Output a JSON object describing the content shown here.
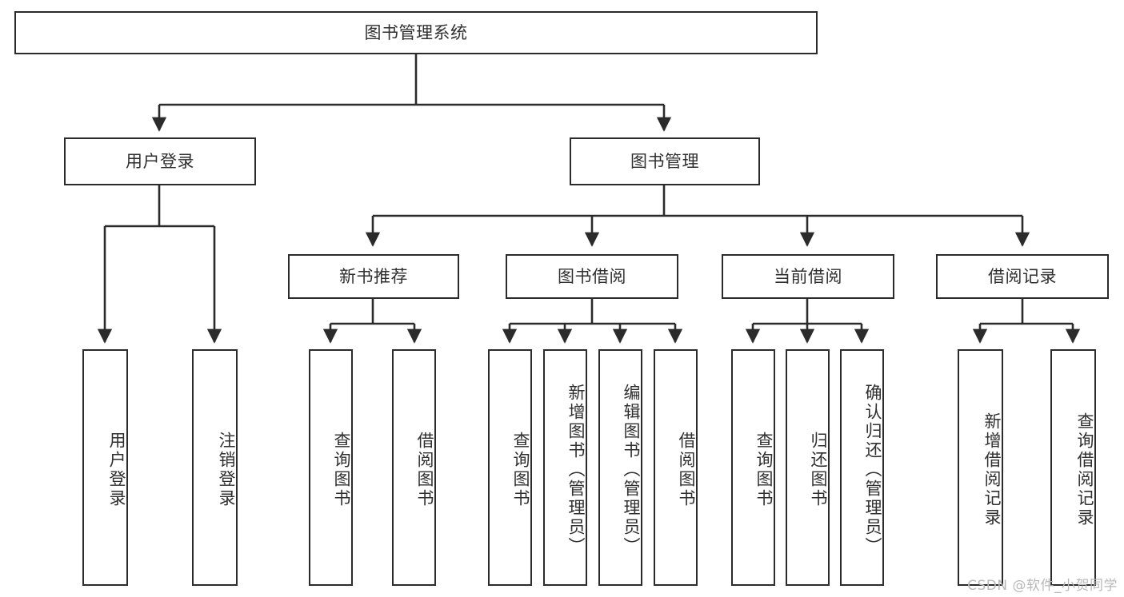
{
  "diagram": {
    "type": "tree",
    "title": "图书管理系统",
    "watermark": "CSDN @软件_小贺同学",
    "colors": {
      "border": "#2b2b2b",
      "text": "#2f2f2f",
      "background": "#ffffff",
      "connector": "#2b2b2b",
      "watermark": "#b9b9b9"
    },
    "nodes": {
      "root": {
        "label": "图书管理系统",
        "level": 0,
        "orientation": "horizontal"
      },
      "login": {
        "label": "用户登录",
        "level": 1,
        "orientation": "horizontal"
      },
      "bookmgmt": {
        "label": "图书管理",
        "level": 1,
        "orientation": "horizontal"
      },
      "newbook": {
        "label": "新书推荐",
        "level": 2,
        "orientation": "horizontal"
      },
      "borrow": {
        "label": "图书借阅",
        "level": 2,
        "orientation": "horizontal"
      },
      "current": {
        "label": "当前借阅",
        "level": 2,
        "orientation": "horizontal"
      },
      "record": {
        "label": "借阅记录",
        "level": 2,
        "orientation": "horizontal"
      },
      "leaf_login_1": {
        "label": "用户登录",
        "level": 3,
        "orientation": "vertical"
      },
      "leaf_login_2": {
        "label": "注销登录",
        "level": 3,
        "orientation": "vertical"
      },
      "leaf_newbook_1": {
        "label": "查询图书",
        "level": 3,
        "orientation": "vertical"
      },
      "leaf_newbook_2": {
        "label": "借阅图书",
        "level": 3,
        "orientation": "vertical"
      },
      "leaf_borrow_1": {
        "label": "查询图书",
        "level": 3,
        "orientation": "vertical"
      },
      "leaf_borrow_2": {
        "label": "新增图书（管理员）",
        "level": 3,
        "orientation": "vertical"
      },
      "leaf_borrow_3": {
        "label": "编辑图书（管理员）",
        "level": 3,
        "orientation": "vertical"
      },
      "leaf_borrow_4": {
        "label": "借阅图书",
        "level": 3,
        "orientation": "vertical"
      },
      "leaf_current_1": {
        "label": "查询图书",
        "level": 3,
        "orientation": "vertical"
      },
      "leaf_current_2": {
        "label": "归还图书",
        "level": 3,
        "orientation": "vertical"
      },
      "leaf_current_3": {
        "label": "确认归还（管理员）",
        "level": 3,
        "orientation": "vertical"
      },
      "leaf_record_1": {
        "label": "新增借阅记录",
        "level": 3,
        "orientation": "vertical"
      },
      "leaf_record_2": {
        "label": "查询借阅记录",
        "level": 3,
        "orientation": "vertical"
      }
    },
    "edges": [
      {
        "from": "root",
        "to": "login"
      },
      {
        "from": "root",
        "to": "bookmgmt"
      },
      {
        "from": "login",
        "to": "leaf_login_1"
      },
      {
        "from": "login",
        "to": "leaf_login_2"
      },
      {
        "from": "bookmgmt",
        "to": "newbook"
      },
      {
        "from": "bookmgmt",
        "to": "borrow"
      },
      {
        "from": "bookmgmt",
        "to": "current"
      },
      {
        "from": "bookmgmt",
        "to": "record"
      },
      {
        "from": "newbook",
        "to": "leaf_newbook_1"
      },
      {
        "from": "newbook",
        "to": "leaf_newbook_2"
      },
      {
        "from": "borrow",
        "to": "leaf_borrow_1"
      },
      {
        "from": "borrow",
        "to": "leaf_borrow_2"
      },
      {
        "from": "borrow",
        "to": "leaf_borrow_3"
      },
      {
        "from": "borrow",
        "to": "leaf_borrow_4"
      },
      {
        "from": "current",
        "to": "leaf_current_1"
      },
      {
        "from": "current",
        "to": "leaf_current_2"
      },
      {
        "from": "current",
        "to": "leaf_current_3"
      },
      {
        "from": "record",
        "to": "leaf_record_1"
      },
      {
        "from": "record",
        "to": "leaf_record_2"
      }
    ]
  }
}
